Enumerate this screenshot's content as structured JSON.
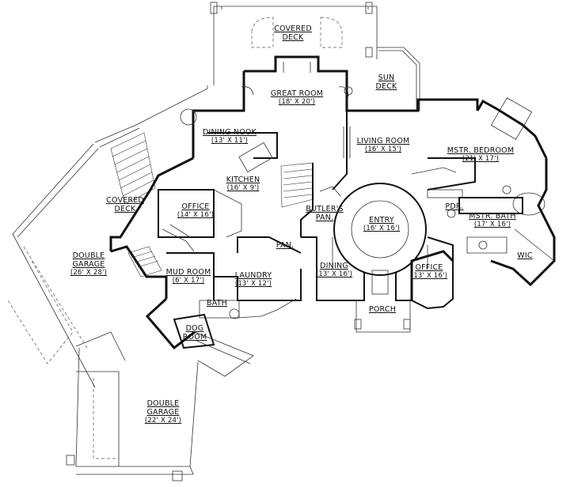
{
  "rooms": {
    "covered_deck_top": {
      "name_line1": "COVERED",
      "name_line2": "DECK"
    },
    "sun_deck": {
      "name_line1": "SUN",
      "name_line2": "DECK"
    },
    "great_room": {
      "name": "GREAT ROOM",
      "dims": "(18' X 20')"
    },
    "dining_nook": {
      "name": "DINING NOOK",
      "dims": "(13' X 11')"
    },
    "living_room": {
      "name": "LIVING ROOM",
      "dims": "(16' X 15')"
    },
    "master_bedroom": {
      "name": "MSTR. BEDROOM",
      "dims": "(21' X 17')"
    },
    "kitchen": {
      "name": "KITCHEN",
      "dims": "(16' X 9')"
    },
    "covered_deck_side": {
      "name_line1": "COVERED",
      "name_line2": "DECK"
    },
    "office_left": {
      "name": "OFFICE",
      "dims": "(14' X 16')"
    },
    "butlers_pan": {
      "name_line1": "BUTLER'S",
      "name_line2": "PAN."
    },
    "entry": {
      "name": "ENTRY",
      "dims": "(16' X 16')"
    },
    "pdr": {
      "name": "PDR."
    },
    "master_bath": {
      "name": "MSTR. BATH",
      "dims": "(17' X 16')"
    },
    "double_garage_1": {
      "name_line1": "DOUBLE",
      "name_line2": "GARAGE",
      "dims": "(26' X 28')"
    },
    "pan": {
      "name": "PAN."
    },
    "wic": {
      "name": "WIC"
    },
    "dining": {
      "name": "DINING",
      "dims": "(13' X 16')"
    },
    "office_right": {
      "name": "OFFICE",
      "dims": "(13' X 16')"
    },
    "mud_room": {
      "name": "MUD ROOM",
      "dims": "(6' X 17')"
    },
    "laundry": {
      "name": "LAUNDRY",
      "dims": "(13' X 12')"
    },
    "bath": {
      "name": "BATH"
    },
    "porch": {
      "name": "PORCH"
    },
    "dog_room": {
      "name_line1": "DOG",
      "name_line2": "ROOM"
    },
    "double_garage_2": {
      "name_line1": "DOUBLE",
      "name_line2": "GARAGE",
      "dims": "(22' X 24')"
    }
  }
}
